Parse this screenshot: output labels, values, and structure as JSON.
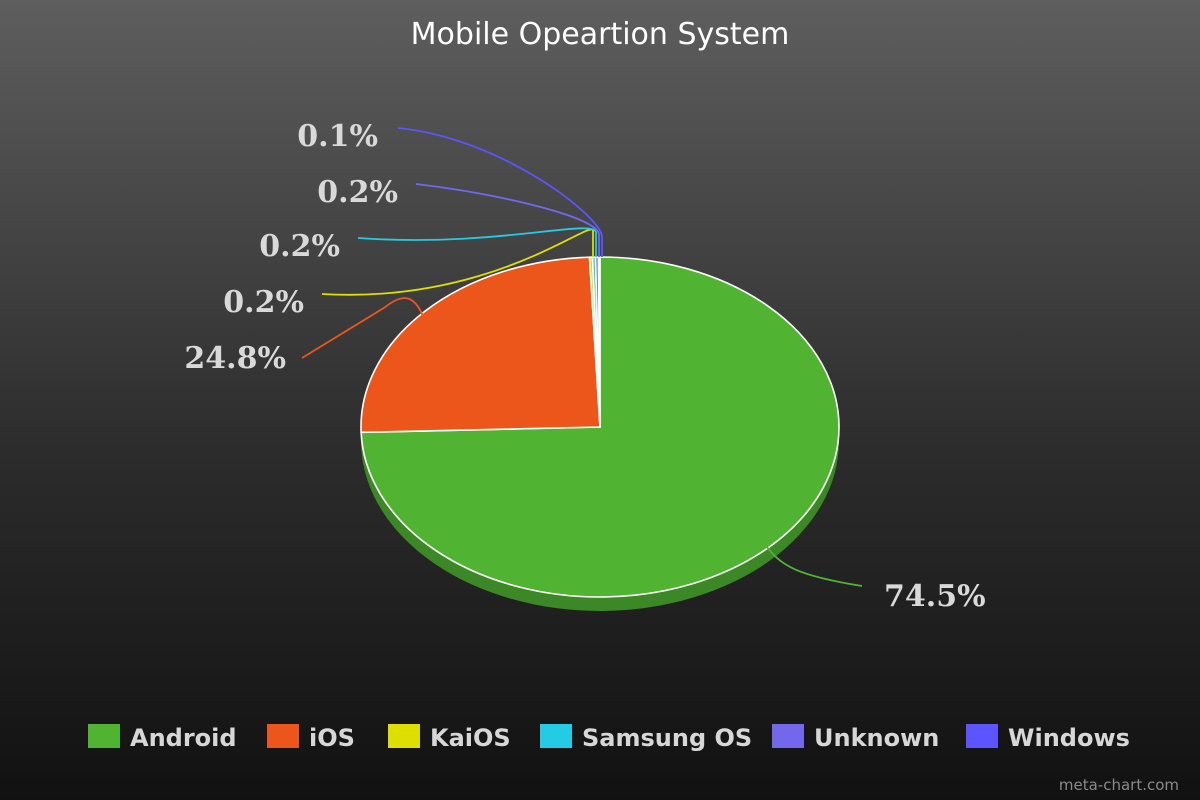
{
  "chart_data": {
    "type": "pie",
    "title": "Mobile Opeartion System",
    "categories": [
      "Android",
      "iOS",
      "KaiOS",
      "Samsung OS",
      "Unknown",
      "Windows"
    ],
    "values": [
      74.5,
      24.8,
      0.2,
      0.2,
      0.2,
      0.1
    ],
    "labels": [
      "74.5%",
      "24.8%",
      "0.2%",
      "0.2%",
      "0.2%",
      "0.1%"
    ],
    "colors": [
      "#50b432",
      "#ed561b",
      "#dddf00",
      "#24cbe5",
      "#7368ec",
      "#5c54ff"
    ],
    "legend_position": "bottom",
    "style": "3d"
  },
  "credit": "meta-chart.com"
}
